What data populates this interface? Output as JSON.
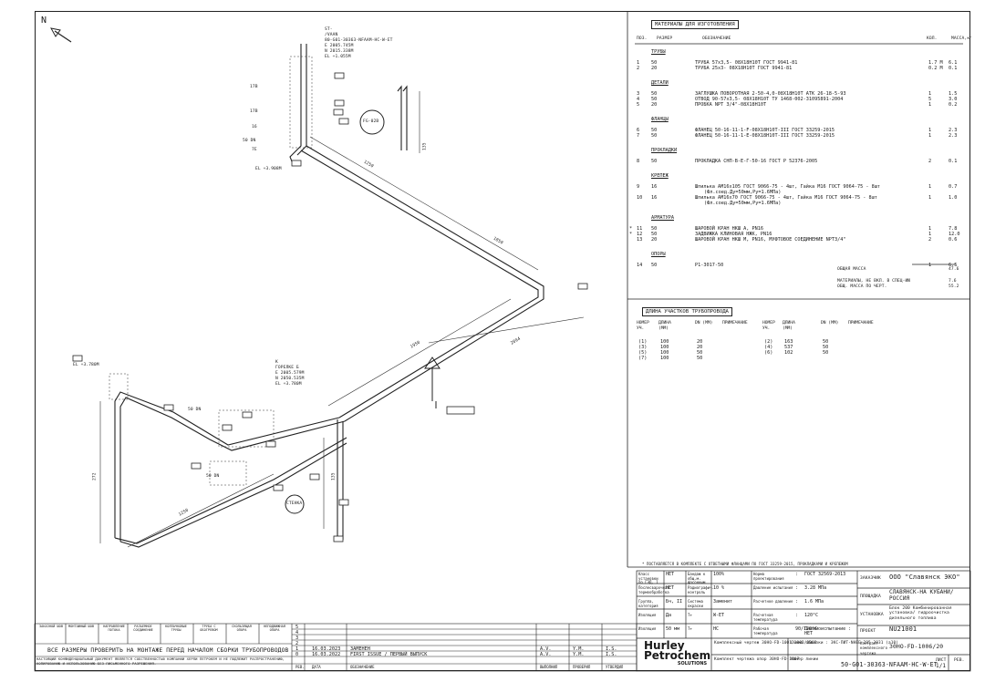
{
  "north": "N",
  "header_tag": [
    "ST-",
    "/VAAN",
    "80-G01-30363-NFAAM-HC-W-ET",
    "E 2005.745M",
    "N 2015.338M",
    "EL +1.055M"
  ],
  "pipe_labels": [
    {
      "text": "17В"
    },
    {
      "text": "17В"
    },
    {
      "text": "16"
    },
    {
      "text": "50 DN"
    },
    {
      "text": "7Е"
    },
    {
      "text": "EL +3.908M"
    },
    {
      "text": "FG-02B"
    },
    {
      "text": "135"
    },
    {
      "text": "1250"
    },
    {
      "text": "1850"
    },
    {
      "text": "1950"
    },
    {
      "text": "2094"
    },
    {
      "text": "EL +3.780M"
    },
    {
      "text": "50 DN"
    },
    {
      "text": "50 DN"
    },
    {
      "text": "272"
    },
    {
      "text": "1250"
    },
    {
      "text": "135"
    },
    {
      "text": "СТЕНКА"
    }
  ],
  "k_tag": [
    "К",
    "ГОРЕЛКЕ Б",
    "E 2005.579M",
    "N 2050.535M",
    "EL +3.780M"
  ],
  "materials": {
    "title": "МАТЕРИАЛЫ ДЛЯ ИЗГОТОВЛЕНИЯ",
    "headers": [
      "ПОЗ.",
      "РАЗМЕР",
      "ОБОЗНАЧЕНИЕ",
      "КОЛ.",
      "МАССА,кг"
    ],
    "sections": [
      {
        "name": "ТРУБЫ",
        "rows": [
          {
            "pos": "1",
            "size": "50",
            "desc": "ТРУБА 57х3,5- 08Х18Н10Т ГОСТ 9941-81",
            "qty": "1.7 М",
            "mass": "6.1"
          },
          {
            "pos": "2",
            "size": "20",
            "desc": "ТРУБА 25х3- 08Х18Н10Т ГОСТ 9941-81",
            "qty": "0.2 М",
            "mass": "0.1"
          }
        ]
      },
      {
        "name": "ДЕТАЛИ",
        "rows": [
          {
            "pos": "3",
            "size": "50",
            "desc": "ЗАГЛУШКА ПОВОРОТНАЯ 2-50-4,0-08Х18Н10Т АТК 26-18-5-93",
            "qty": "1",
            "mass": "1.5"
          },
          {
            "pos": "4",
            "size": "50",
            "desc": "ОТВОД 90-57х3,5- 08Х18Н10Т ТУ 1468-002-31095891-2004",
            "qty": "5",
            "mass": "3.0"
          },
          {
            "pos": "5",
            "size": "20",
            "desc": "ПРОБКА NPT 3/4\"-08Х18Н10Т",
            "qty": "1",
            "mass": "0.2"
          }
        ]
      },
      {
        "name": "ФЛАНЦЫ",
        "rows": [
          {
            "pos": "6",
            "size": "50",
            "desc": "ФЛАНЕЦ 50-16-11-1-F-08Х18Н10Т-III ГОСТ 33259-2015",
            "qty": "1",
            "mass": "2.3"
          },
          {
            "pos": "7",
            "size": "50",
            "desc": "ФЛАНЕЦ 50-16-11-1-E-08Х18Н10Т-III ГОСТ 33259-2015",
            "qty": "1",
            "mass": "2.3"
          }
        ]
      },
      {
        "name": "ПРОКЛАДКИ",
        "rows": [
          {
            "pos": "8",
            "size": "50",
            "desc": "ПРОКЛАДКА СНП-В-Е-Г-50-16 ГОСТ Р 52376-2005",
            "qty": "2",
            "mass": "0.1"
          }
        ]
      },
      {
        "name": "КРЕПЕЖ",
        "rows": [
          {
            "pos": "9",
            "size": "16",
            "desc": "Шпилька AM16х105 ГОСТ 9066-75 - 4шт, Гайка М16 ГОСТ 9064-75 - 8шт",
            "desc2": "(Фл.соед.Ду=50мм,Ру=1.6МПа)",
            "qty": "1",
            "mass": "0.7"
          },
          {
            "pos": "10",
            "size": "16",
            "desc": "Шпилька AM16х70 ГОСТ 9066-75 - 4шт, Гайка М16 ГОСТ 9064-75 - 8шт",
            "desc2": "(Фл.соед.Ду=50мм,Ру=1.6МПа)",
            "qty": "1",
            "mass": "1.0"
          }
        ]
      },
      {
        "name": "АРМАТУРА",
        "rows": [
          {
            "pos": "11",
            "mark": "*",
            "size": "50",
            "desc": "ШАРОВОЙ КРАН НКШ А, PN16",
            "qty": "1",
            "mass": "7.8"
          },
          {
            "pos": "12",
            "mark": "*",
            "size": "50",
            "desc": "ЗАДВИЖКА КЛИНОВАЯ НЖК, PN16",
            "qty": "1",
            "mass": "12.0"
          },
          {
            "pos": "13",
            "size": "20",
            "desc": "ШАРОВОЙ КРАН НКШ М, PN16, МУФТОВОЕ СОЕДИНЕНИЕ NPT3/4\"",
            "qty": "2",
            "mass": "0.6"
          }
        ]
      },
      {
        "name": "ОПОРЫ",
        "rows": [
          {
            "pos": "14",
            "size": "50",
            "desc": "Р1-3017-50",
            "qty": "1",
            "mass": "6.5"
          }
        ]
      }
    ],
    "total_label": "ОБЩАЯ МАССА",
    "total": "47.6",
    "excluded_label1": "МАТЕРИАЛЫ, НЕ ВКЛ. В СПЕЦ-ИЮ",
    "excluded_label2": "ОБЩ. МАССА ПО ЧЕРТ.",
    "excluded": "7.6",
    "drawing_total": "55.2"
  },
  "lengths": {
    "title": "ДЛИНА УЧАСТКОВ ТРУБОПРОВОДА",
    "headers": [
      "НОМЕР УЧ.",
      "ДЛИНА (ММ)",
      "DN (ММ)",
      "ПРИМЕЧАНИЕ",
      "НОМЕР УЧ.",
      "ДЛИНА (ММ)",
      "DN (ММ)",
      "ПРИМЕЧАНИЕ"
    ],
    "rows": [
      [
        "(1)",
        "100",
        "20",
        "",
        "(2)",
        "163",
        "50",
        ""
      ],
      [
        "(3)",
        "100",
        "20",
        "",
        "(4)",
        "537",
        "50",
        ""
      ],
      [
        "(5)",
        "100",
        "50",
        "",
        "(6)",
        "102",
        "50",
        ""
      ],
      [
        "(7)",
        "100",
        "50",
        "",
        "",
        "",
        "",
        ""
      ]
    ]
  },
  "footnote": "* ПОСТАВЛЯЕТСЯ В КОМПЛЕКТЕ С ОТВЕТНЫМИ ФЛАНЦАМИ ПО ГОСТ 33259-2015, ПРОКЛАДКАМИ И КРЕПЕЖОМ",
  "params": [
    [
      "Класс установки по ГЭД, 1",
      "НЕТ",
      "Бандаж к общ.м. фасонным",
      "100%",
      "Норма проектирования",
      ":",
      "ГОСТ 32569-2013"
    ],
    [
      "Послесварочная термообработка",
      "НЕТ",
      "Радиографич. контроль",
      "10 %",
      "Давление испытания",
      ":",
      "3.28 МПа"
    ],
    [
      "Группа, категория",
      "Бч, II",
      "Система окраски",
      "Заменит",
      "Расчетное давление",
      ":",
      "1.6 МПа"
    ],
    [
      "Изоляция",
      "Да",
      "Т+",
      "W-ET",
      "Расчетная температура",
      ":",
      "120°C"
    ],
    [
      "Изоляция",
      "50 мм",
      "Т+",
      "НС",
      "Рабочая температура",
      "90/120°C",
      "Пневмоиспытание : НЕТ"
    ]
  ],
  "customer": {
    "label1": "ЗАКАЗЧИК",
    "value1": "ООО \"Славянск ЭКО\"",
    "label2": "ПЛОЩАДКА",
    "value2": "СЛАВЯНСК-НА КУБАНИ/ РОССИЯ",
    "label3": "УСТАНОВКА",
    "value3": "Блок 200 Комбинированная установка/ гидроочистка дизельного топлива",
    "label4": "ПРОЕКТ",
    "value4": "NU21001"
  },
  "contract": {
    "label": "Контракт комплексного чертежа",
    "value": "30НО-FD-1006/20"
  },
  "logo": [
    "Hurley",
    "Petrochem",
    "SOLUTIONS"
  ],
  "drawing_refs": [
    "Комплексный чертеж 30НО-FD-1001/1002/1003",
    "Схема обвязки : ЗКС-ПИТ-NHEE-285-3031 (a10)",
    "Комплект чертежа опор 30НО-FD-1007",
    "Номер линии"
  ],
  "drawing_number": "50-G01-30363-NFAAM-HC-W-ET",
  "sheet": "1/1",
  "sheet_label": "ЛИСТ",
  "rev_label": "РЕВ.",
  "legend": [
    "ЗАКАЗНОЙ ШОВ",
    "МОНТАЖНЫЙ ШОВ",
    "НАПРАВЛЕНИЕ ПОТОКА",
    "РАЗЪЕМНОЕ СОЕДИНЕНИЕ",
    "КОЛПАЧКОВЫЕ ТРУБЫ",
    "ТРУБА С ОБОГРЕВОМ",
    "СКОЛЬЗЯЩАЯ ОПОРА",
    "НЕПОДВИЖНАЯ ОПОРА"
  ],
  "assembly_note": "ВСЕ РАЗМЕРЫ ПРОВЕРИТЬ НА МОНТАЖЕ ПЕРЕД НАЧАЛОМ СБОРКИ ТРУБОПРОВОДОВ",
  "confidential": "НАСТОЯЩИЙ КОНФИДЕНЦИАЛЬНЫЙ ДОКУМЕНТ ЯВЛЯЕТСЯ СОБСТВЕННОСТЬЮ КОМПАНИИ ХЕРЛИ ПЕТРОКЕМ И НЕ ПОДЛЕЖИТ РАСПРОСТРАНЕНИЮ, КОПИРОВАНИЮ И ИСПОЛЬЗОВАНИЮ БЕЗ ПИСЬМЕННОГО РАЗРЕШЕНИЯ.",
  "revisions": [
    {
      "rev": "5"
    },
    {
      "rev": "4"
    },
    {
      "rev": "3"
    },
    {
      "rev": "2"
    },
    {
      "rev": "1",
      "date": "16.03.2023",
      "desc": "ЗАМЕНЕН",
      "by": "А.V.",
      "chk": "Y.M.",
      "app": "I.S."
    },
    {
      "rev": "0",
      "date": "16.03.2022",
      "desc": "FIRST ISSUE / ПЕРВЫЙ ВЫПУСК",
      "by": "А.V.",
      "chk": "Y.M.",
      "app": "I.S."
    }
  ],
  "rev_headers": [
    "РЕВ.",
    "ДАТА",
    "ОБОЗНАЧЕНИЕ",
    "ВЫПОЛНИЛ",
    "ПРОВЕРИЛ",
    "УТВЕРДИЛ"
  ]
}
